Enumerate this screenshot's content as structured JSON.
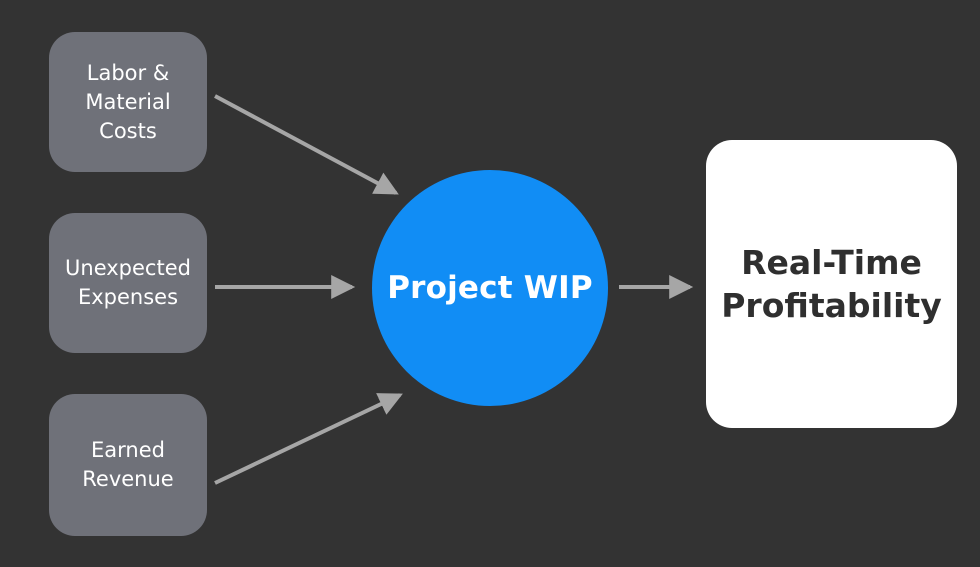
{
  "diagram": {
    "inputs": [
      {
        "label": "Labor &\nMaterial\nCosts"
      },
      {
        "label": "Unexpected\nExpenses"
      },
      {
        "label": "Earned\nRevenue"
      }
    ],
    "center": {
      "label": "Project WIP"
    },
    "output": {
      "label": "Real-Time\nProfitability"
    }
  },
  "colors": {
    "background": "#333333",
    "input_box": "#6f7179",
    "center_circle": "#118df5",
    "output_box": "#ffffff",
    "arrow": "#a6a6a6"
  }
}
